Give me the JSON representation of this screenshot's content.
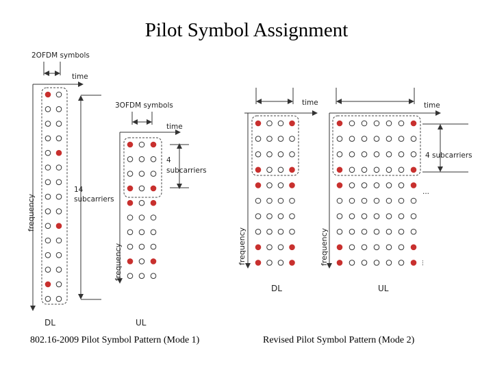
{
  "title": "Pilot Symbol Assignment",
  "captions": {
    "left": "802.16-2009 Pilot Symbol Pattern (Mode 1)",
    "right": "Revised Pilot Symbol Pattern (Mode 2)"
  },
  "labels": {
    "two_ofdm_symbols": "2OFDM symbols",
    "three_ofdm_symbols": "3OFDM symbols",
    "time": "time",
    "frequency": "frequency",
    "fourteen": "14",
    "subcarriers": "subcarriers",
    "four": "4",
    "four_subcarriers": "4 subcarriers",
    "dl": "DL",
    "ul": "UL",
    "ellipsis": "..."
  },
  "colors": {
    "pilot": "#c8302e",
    "data_dot": "#ffffff",
    "line": "#333333"
  },
  "patterns": {
    "mode1_dl": {
      "cols": 2,
      "rows": [
        [
          1,
          0
        ],
        [
          0,
          0
        ],
        [
          0,
          0
        ],
        [
          0,
          0
        ],
        [
          0,
          1
        ],
        [
          0,
          0
        ],
        [
          0,
          0
        ],
        [
          0,
          0
        ],
        [
          0,
          0
        ],
        [
          0,
          1
        ],
        [
          0,
          0
        ],
        [
          0,
          0
        ],
        [
          0,
          0
        ],
        [
          1,
          0
        ],
        [
          0,
          0
        ]
      ]
    },
    "mode1_ul": {
      "cols": 3,
      "rows": [
        [
          1,
          0,
          1
        ],
        [
          0,
          0,
          0
        ],
        [
          0,
          0,
          0
        ],
        [
          1,
          0,
          1
        ],
        [
          1,
          0,
          1
        ],
        [
          0,
          0,
          0
        ],
        [
          0,
          0,
          0
        ],
        [
          0,
          0,
          0
        ],
        [
          1,
          0,
          1
        ],
        [
          0,
          0,
          0
        ]
      ]
    },
    "mode2_dl": {
      "cols": 4,
      "rows": [
        [
          1,
          0,
          0,
          1
        ],
        [
          0,
          0,
          0,
          0
        ],
        [
          0,
          0,
          0,
          0
        ],
        [
          1,
          0,
          0,
          1
        ],
        [
          1,
          0,
          0,
          1
        ],
        [
          0,
          0,
          0,
          0
        ],
        [
          0,
          0,
          0,
          0
        ],
        [
          0,
          0,
          0,
          0
        ],
        [
          1,
          0,
          0,
          1
        ],
        [
          1,
          0,
          0,
          1
        ]
      ]
    },
    "mode2_ul": {
      "cols": 7,
      "rows": [
        [
          1,
          0,
          0,
          0,
          0,
          0,
          1
        ],
        [
          0,
          0,
          0,
          0,
          0,
          0,
          0
        ],
        [
          0,
          0,
          0,
          0,
          0,
          0,
          0
        ],
        [
          1,
          0,
          0,
          0,
          0,
          0,
          1
        ],
        [
          1,
          0,
          0,
          0,
          0,
          0,
          1
        ],
        [
          0,
          0,
          0,
          0,
          0,
          0,
          0
        ],
        [
          0,
          0,
          0,
          0,
          0,
          0,
          0
        ],
        [
          0,
          0,
          0,
          0,
          0,
          0,
          0
        ],
        [
          1,
          0,
          0,
          0,
          0,
          0,
          1
        ],
        [
          1,
          0,
          0,
          0,
          0,
          0,
          1
        ]
      ]
    }
  }
}
